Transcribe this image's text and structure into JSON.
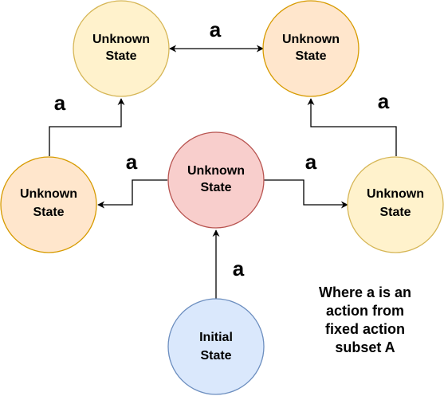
{
  "nodes": {
    "top_left": {
      "line1": "Unknown",
      "line2": "State",
      "fill": "#fff2cc",
      "stroke": "#d6b656"
    },
    "top_right": {
      "line1": "Unknown",
      "line2": "State",
      "fill": "#ffe6cc",
      "stroke": "#d79b00"
    },
    "center": {
      "line1": "Unknown",
      "line2": "State",
      "fill": "#f8cecc",
      "stroke": "#b85450"
    },
    "left": {
      "line1": "Unknown",
      "line2": "State",
      "fill": "#ffe6cc",
      "stroke": "#d79b00"
    },
    "right": {
      "line1": "Unknown",
      "line2": "State",
      "fill": "#fff2cc",
      "stroke": "#d6b656"
    },
    "initial": {
      "line1": "Initial",
      "line2": "State",
      "fill": "#dae8fc",
      "stroke": "#6c8ebf"
    }
  },
  "edges": {
    "top_label": "a",
    "left_up_label": "a",
    "right_up_label": "a",
    "center_left_label": "a",
    "center_right_label": "a",
    "initial_up_label": "a"
  },
  "note": {
    "line1": "Where a is an",
    "line2": "action from",
    "line3": "fixed action",
    "line4": "subset A"
  }
}
